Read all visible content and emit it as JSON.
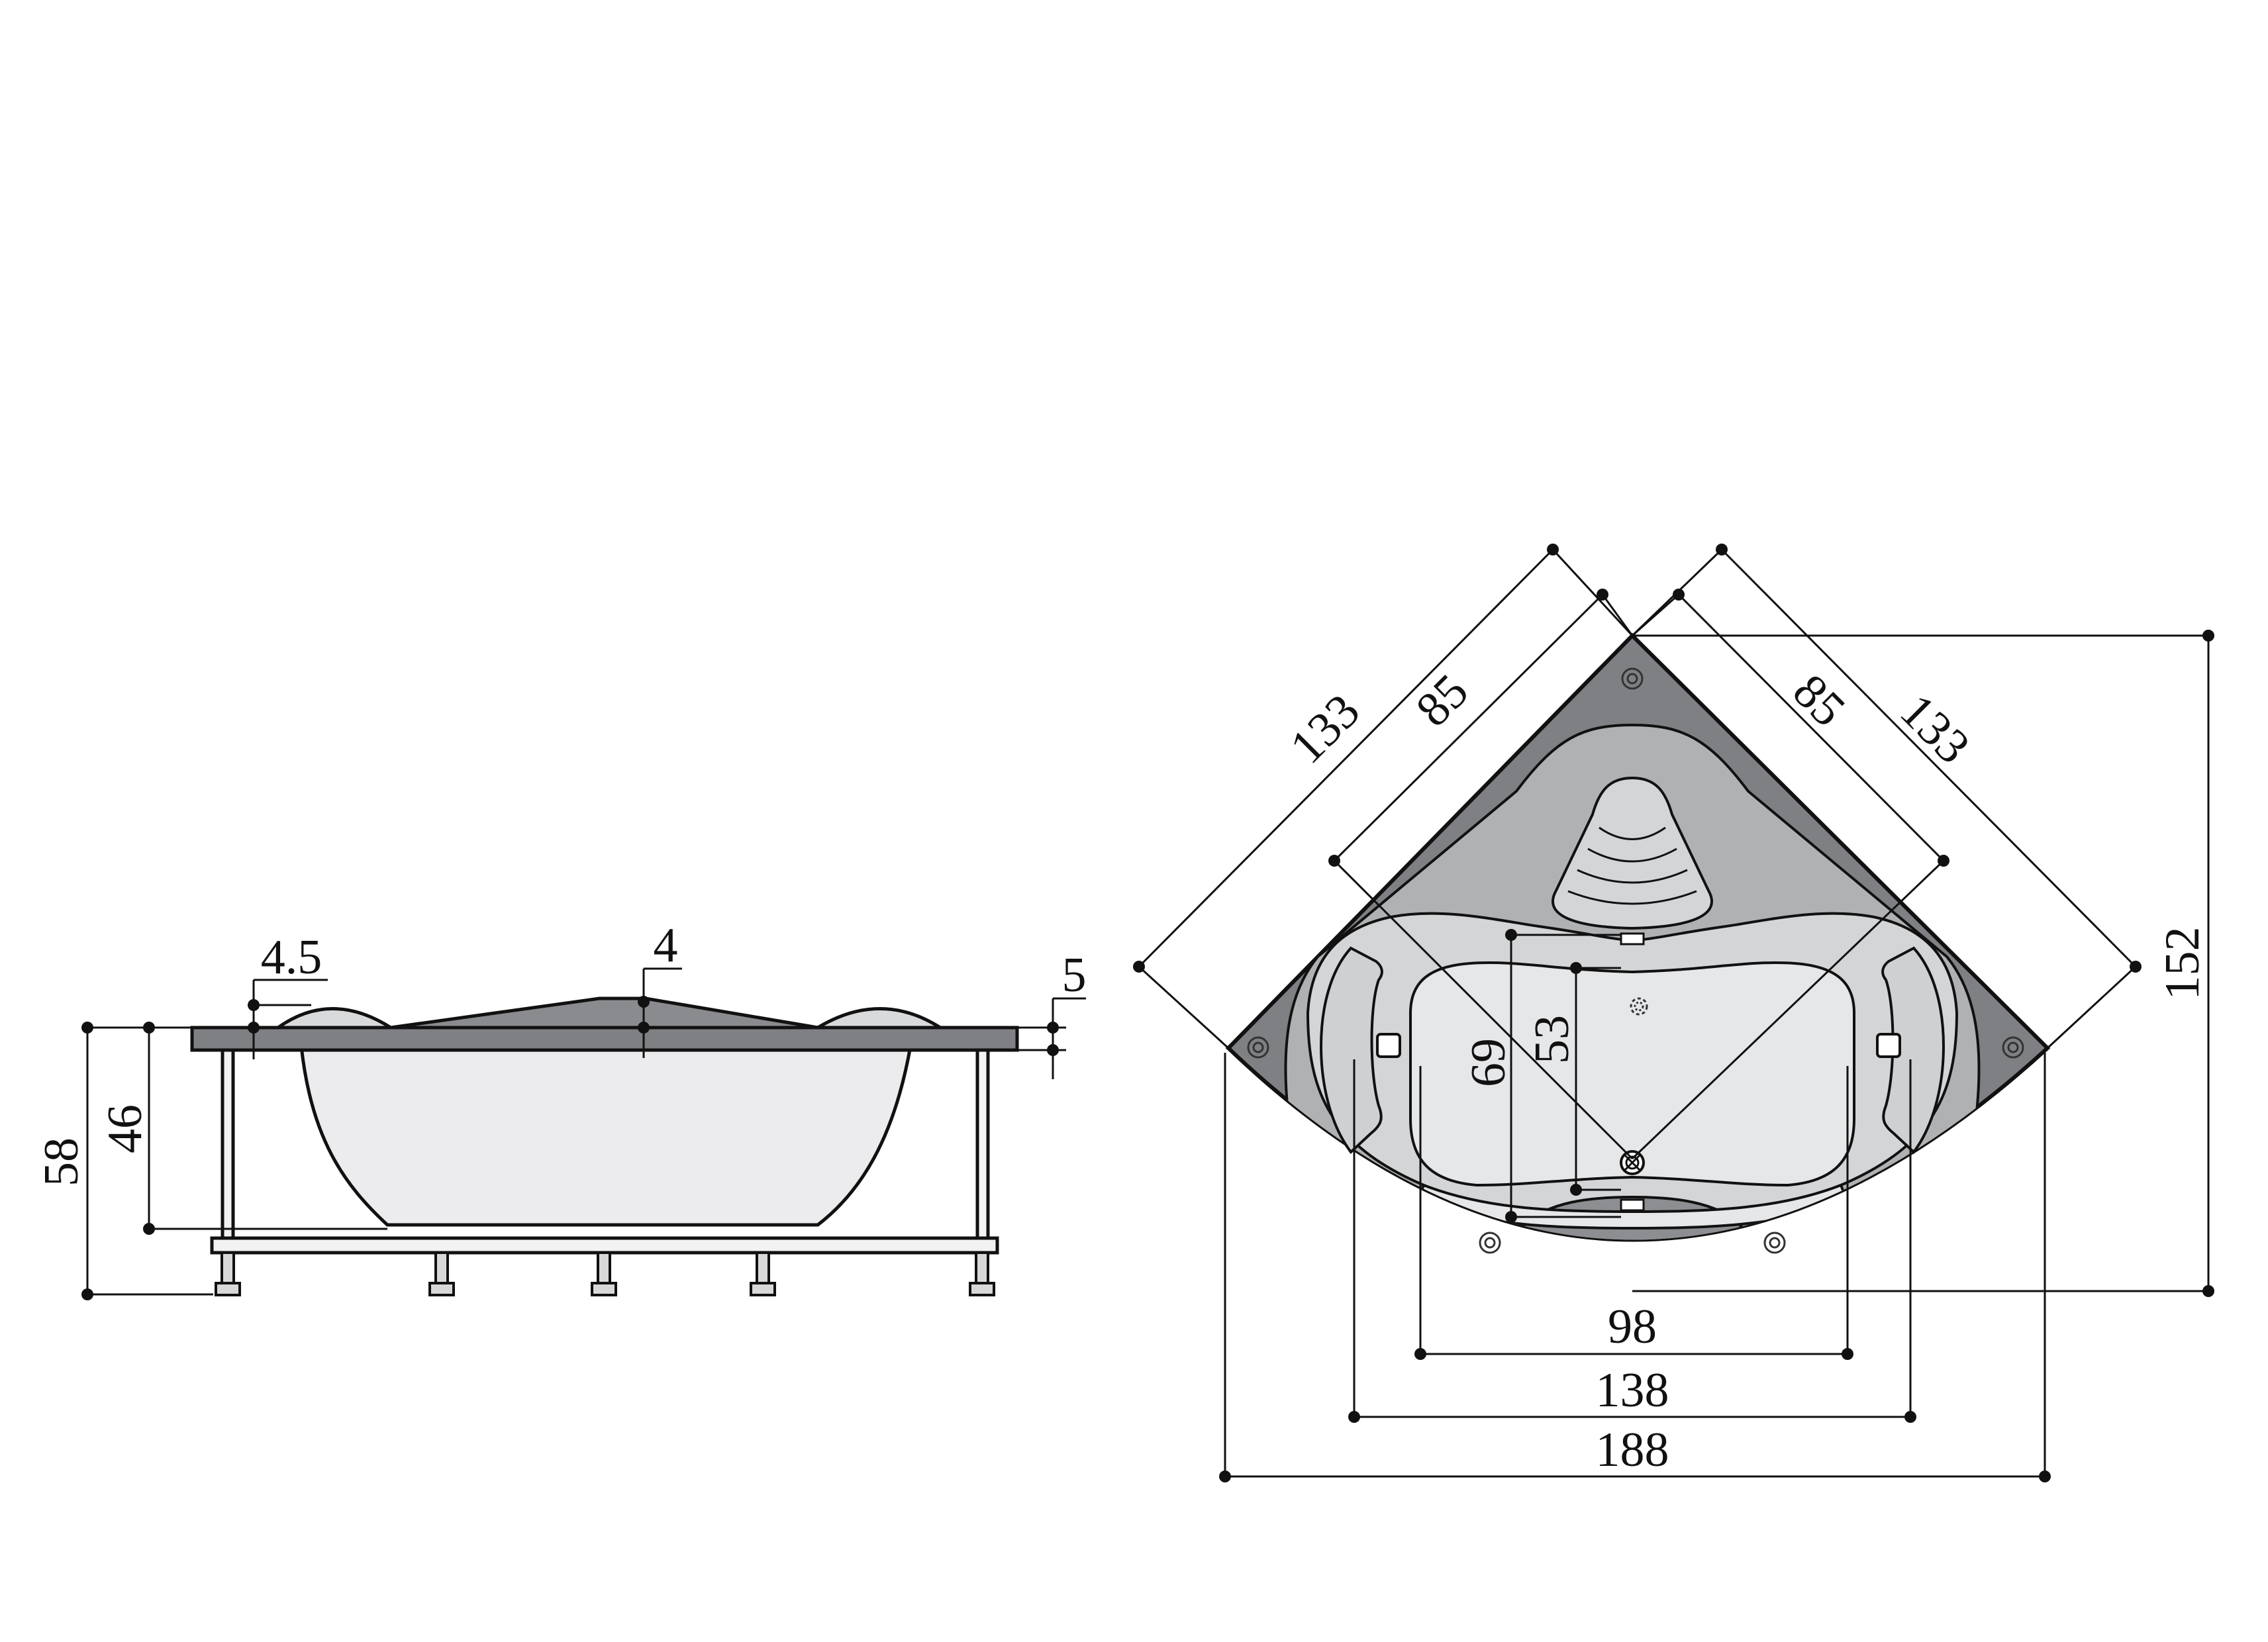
{
  "side_view": {
    "dim_58": "58",
    "dim_46": "46",
    "dim_4_5": "4.5",
    "dim_4": "4",
    "dim_5": "5"
  },
  "top_view": {
    "dim_133_left": "133",
    "dim_85_left": "85",
    "dim_85_right": "85",
    "dim_133_right": "133",
    "dim_152": "152",
    "dim_69": "69",
    "dim_53": "53",
    "dim_98": "98",
    "dim_138": "138",
    "dim_188": "188"
  },
  "colors": {
    "rim": "#7f8083",
    "shell_mid": "#b0b1b3",
    "shell_light": "#d4d5d7",
    "basin": "#e6e7e9",
    "ink": "#111111"
  }
}
